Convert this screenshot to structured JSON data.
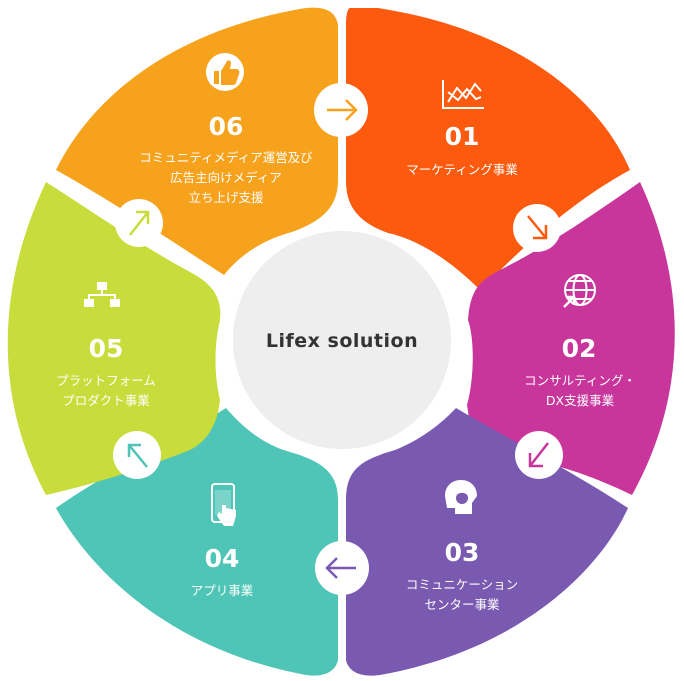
{
  "center": {
    "title": "Lifex solution"
  },
  "colors": {
    "s01": "#fc5a0e",
    "s02": "#c8369c",
    "s03": "#7a59b0",
    "s04": "#4fc5b7",
    "s05": "#c8dc3b",
    "s06": "#f7a21c",
    "center_bg": "#eeeeee",
    "arrow_circle": "#ffffff"
  },
  "segments": [
    {
      "number": "01",
      "lines": [
        "マーケティング事業"
      ],
      "icon": "line-chart-icon"
    },
    {
      "number": "02",
      "lines": [
        "コンサルティング・",
        "DX支援事業"
      ],
      "icon": "globe-icon"
    },
    {
      "number": "03",
      "lines": [
        "コミュニケーション",
        "センター事業"
      ],
      "icon": "headset-icon"
    },
    {
      "number": "04",
      "lines": [
        "アプリ事業"
      ],
      "icon": "smartphone-icon"
    },
    {
      "number": "05",
      "lines": [
        "プラットフォーム",
        "プロダクト事業"
      ],
      "icon": "sitemap-icon"
    },
    {
      "number": "06",
      "lines": [
        "コミュニティメディア運営及び",
        "広告主向けメディア",
        "立ち上げ支援"
      ],
      "icon": "thumbs-up-icon"
    }
  ]
}
